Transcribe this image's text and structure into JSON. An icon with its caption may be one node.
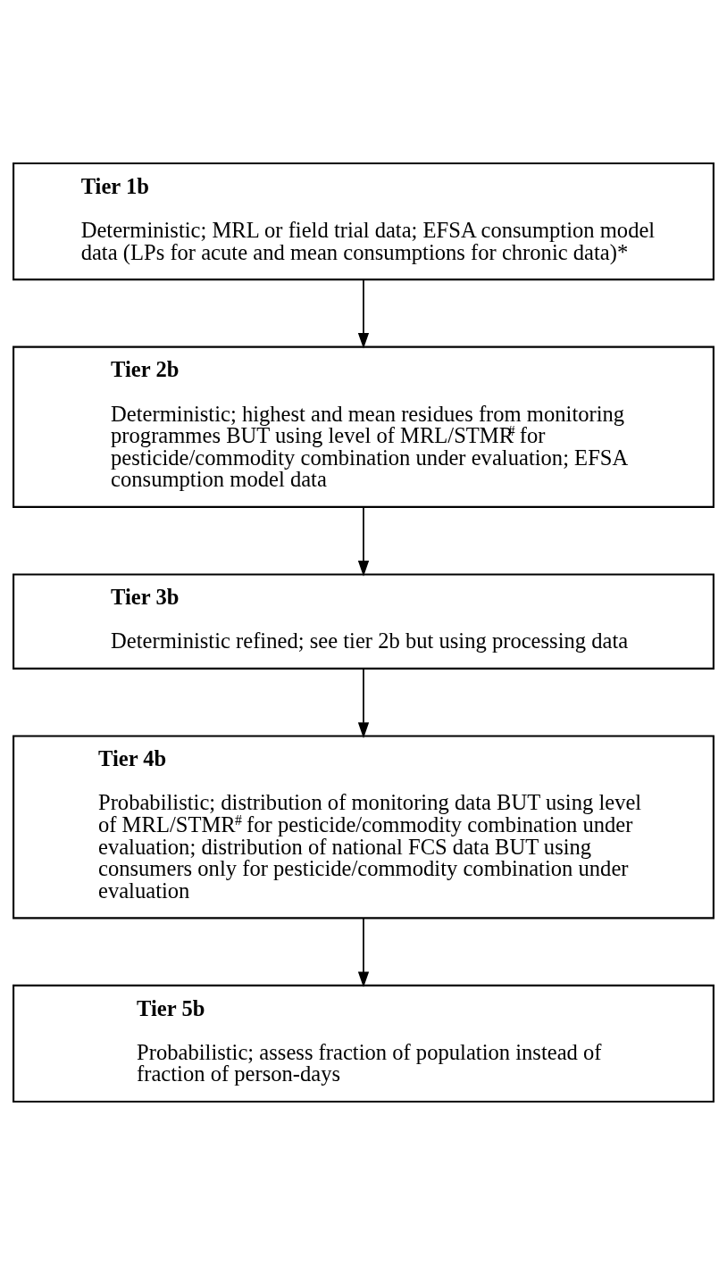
{
  "diagram": {
    "nodes": [
      {
        "text": [
          "Tier 1b",
          "Deterministic; MRL or field trial data; EFSA consumption model data (LPs for acute and mean consumptions for chronic data)*"
        ]
      },
      {
        "text": [
          "Tier 2b",
          "Deterministic; highest and mean residues from monitoring programmes BUT using level of MRL/STMR$^{#}$ for pesticide/commodity combination under evaluation; EFSA consumption model data"
        ]
      },
      {
        "text": [
          "Tier 3b",
          "Deterministic refined; see tier 2b but using processing data"
        ]
      },
      {
        "text": [
          "Tier 4b",
          "Probabilistic; distribution of monitoring data BUT using level of MRL/STMR$^{#}$ for pesticide/commodity combination under evaluation; distribution of national FCS data BUT using consumers only for pesticide/commodity combination under evaluation"
        ]
      },
      {
        "text": [
          "Tier 5b",
          "Probabilistic; assess fraction of population instead of fraction of person-days"
        ]
      }
    ],
    "edges": [
      {
        "from": 0,
        "to": 1,
        "arrow": "to"
      },
      {
        "from": 1,
        "to": 2,
        "arrow": "to"
      },
      {
        "from": 2,
        "to": 3,
        "arrow": "to"
      },
      {
        "from": 3,
        "to": 4,
        "arrow": "to"
      }
    ]
  }
}
